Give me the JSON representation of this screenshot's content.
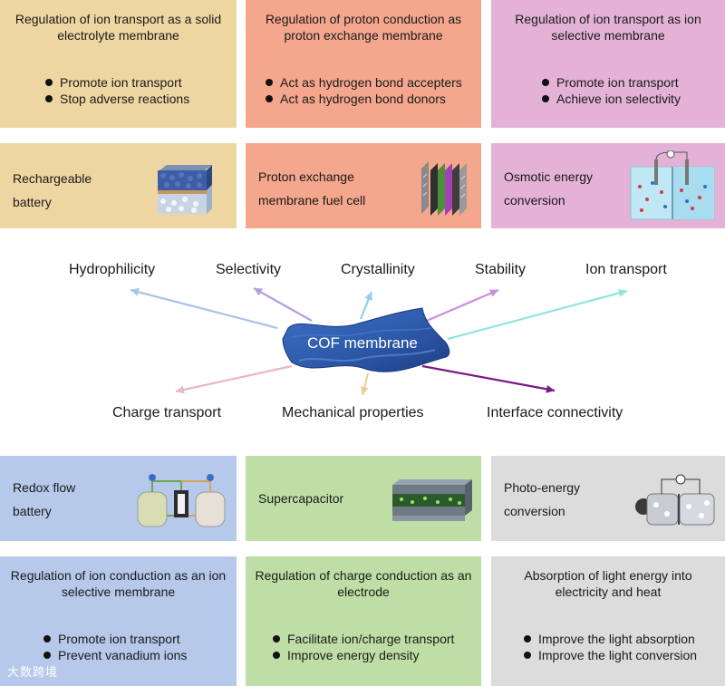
{
  "top_cards": [
    {
      "title": "Regulation of ion transport as a solid electrolyte membrane",
      "bullets": [
        "Promote ion transport",
        "Stop adverse reactions"
      ],
      "color": "#eed6a2"
    },
    {
      "title": "Regulation of proton conduction as proton exchange membrane",
      "bullets": [
        "Act as hydrogen bond accepters",
        "Act as hydrogen bond donors"
      ],
      "color": "#f4a78d"
    },
    {
      "title": "Regulation of ion transport as ion selective membrane",
      "bullets": [
        "Promote ion transport",
        "Achieve ion selectivity"
      ],
      "color": "#e4b2d6"
    }
  ],
  "top_apps": [
    {
      "label_line1": "Rechargeable",
      "label_line2": "battery",
      "icon": "battery-stack-icon"
    },
    {
      "label_line1": "Proton exchange",
      "label_line2": "membrane fuel cell",
      "icon": "fuel-cell-stack-icon"
    },
    {
      "label_line1": "Osmotic energy",
      "label_line2": "conversion",
      "icon": "osmotic-cell-icon"
    }
  ],
  "center": {
    "label": "COF membrane",
    "properties_top": [
      "Hydrophilicity",
      "Selectivity",
      "Crystallinity",
      "Stability",
      "Ion transport"
    ],
    "properties_bottom": [
      "Charge transport",
      "Mechanical properties",
      "Interface connectivity"
    ],
    "arrow_colors": [
      "#a9c4e6",
      "#b79ce6",
      "#8fd0f0",
      "#cc8fe0",
      "#8fe6dc",
      "#ecb6c8",
      "#e9cf9a",
      "#7a1a86"
    ]
  },
  "bottom_apps": [
    {
      "label_line1": "Redox flow",
      "label_line2": "battery",
      "icon": "redox-flow-tanks-icon"
    },
    {
      "label_line1": "Supercapacitor",
      "label_line2": "",
      "icon": "supercapacitor-layers-icon"
    },
    {
      "label_line1": "Photo-energy",
      "label_line2": "conversion",
      "icon": "photo-cell-icon"
    }
  ],
  "bottom_cards": [
    {
      "title": "Regulation of ion conduction as an ion selective membrane",
      "bullets": [
        "Promote ion transport",
        "Prevent vanadium ions"
      ],
      "color": "#b6c9ea"
    },
    {
      "title": "Regulation of charge conduction as an electrode",
      "bullets": [
        "Facilitate ion/charge transport",
        "Improve energy density"
      ],
      "color": "#bfdea6"
    },
    {
      "title": "Absorption of light energy into electricity and heat",
      "bullets": [
        "Improve the light absorption",
        "Improve the light conversion"
      ],
      "color": "#dcdcdc"
    }
  ],
  "watermark": "大数跨境"
}
